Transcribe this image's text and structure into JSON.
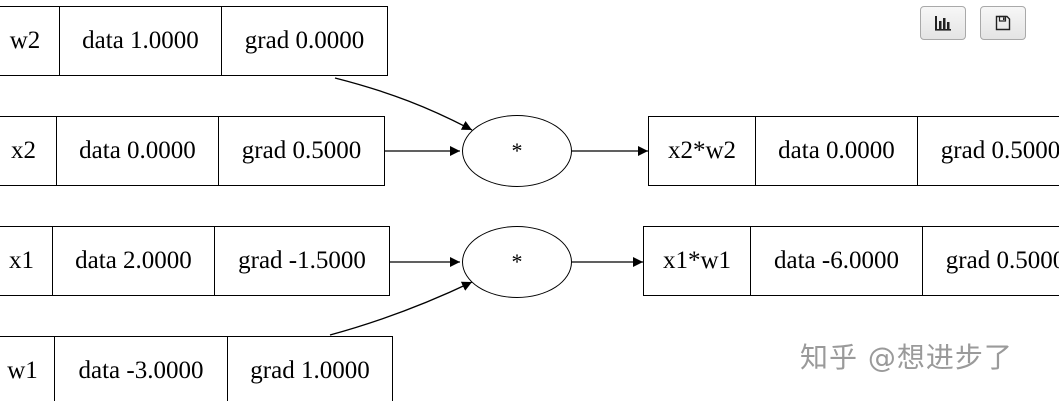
{
  "nodes": {
    "w2": {
      "label": "w2",
      "data": "data 1.0000",
      "grad": "grad 0.0000"
    },
    "x2": {
      "label": "x2",
      "data": "data 0.0000",
      "grad": "grad 0.5000"
    },
    "x1": {
      "label": "x1",
      "data": "data 2.0000",
      "grad": "grad -1.5000"
    },
    "w1": {
      "label": "w1",
      "data": "data -3.0000",
      "grad": "grad 1.0000"
    },
    "x2w2": {
      "label": "x2*w2",
      "data": "data 0.0000",
      "grad": "grad 0.5000"
    },
    "x1w1": {
      "label": "x1*w1",
      "data": "data -6.0000",
      "grad": "grad 0.5000"
    }
  },
  "ops": {
    "mul_top": "*",
    "mul_bottom": "*"
  },
  "toolbar": {
    "chart_icon": "bar-chart-icon",
    "save_icon": "save-icon"
  },
  "watermark": "知乎 @想进步了"
}
